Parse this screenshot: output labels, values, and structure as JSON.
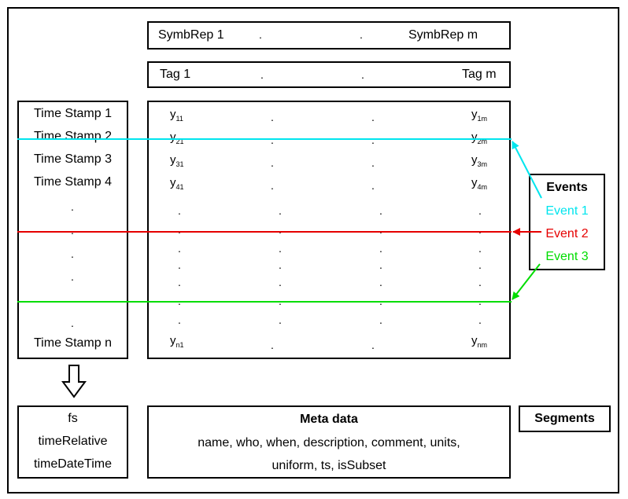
{
  "symb_rep": {
    "first": "SymbRep 1",
    "last": "SymbRep m"
  },
  "tags": {
    "first": "Tag 1",
    "last": "Tag m"
  },
  "time_stamps": [
    "Time Stamp 1",
    "Time Stamp 2",
    "Time Stamp 3",
    "Time Stamp 4"
  ],
  "time_stamp_last": "Time Stamp n",
  "ellipsis": ".",
  "y_values": [
    {
      "base": "y",
      "sub1": "11",
      "subm": "1m"
    },
    {
      "base": "y",
      "sub1": "21",
      "subm": "2m"
    },
    {
      "base": "y",
      "sub1": "31",
      "subm": "3m"
    },
    {
      "base": "y",
      "sub1": "41",
      "subm": "4m"
    }
  ],
  "y_last": {
    "base": "y",
    "sub1": "n1",
    "subm": "nm"
  },
  "events": {
    "title": "Events",
    "items": [
      {
        "label": "Event 1",
        "color": "#00e5ee"
      },
      {
        "label": "Event 2",
        "color": "#e60000"
      },
      {
        "label": "Event 3",
        "color": "#00dd00"
      }
    ]
  },
  "time_meta": [
    "fs",
    "timeRelative",
    "timeDateTime"
  ],
  "meta_data": {
    "title": "Meta data",
    "line1": "name, who, when, description, comment, units,",
    "line2": "uniform, ts, isSubset"
  },
  "segments": "Segments"
}
